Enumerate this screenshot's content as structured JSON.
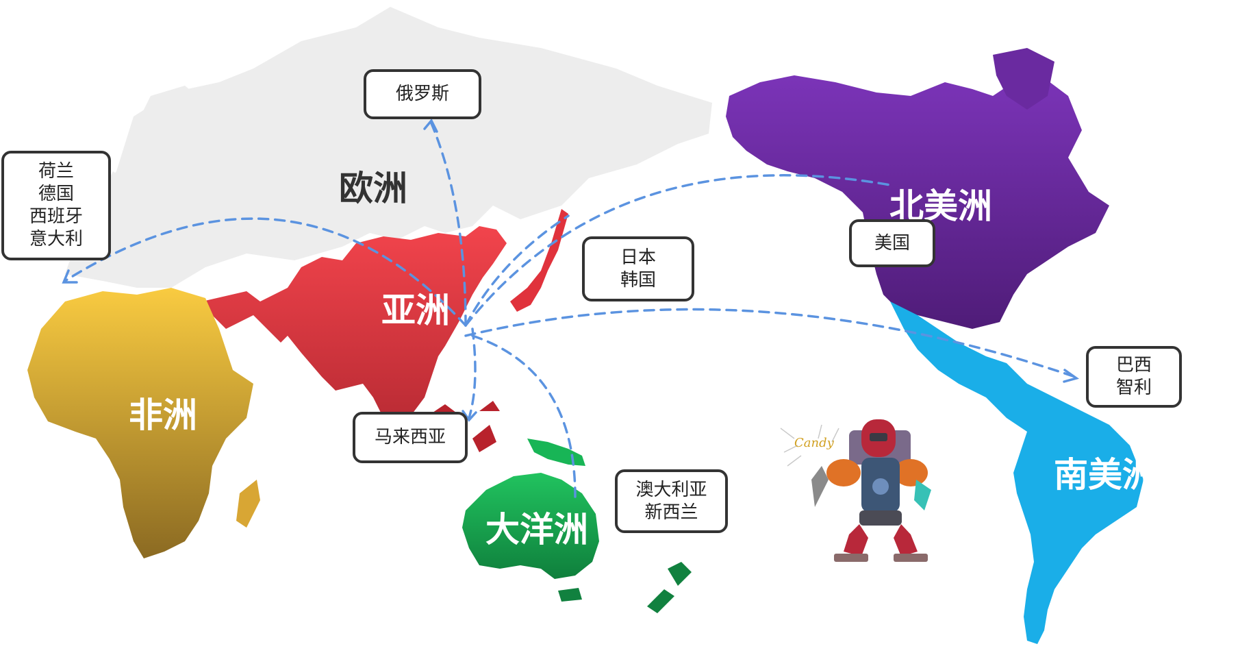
{
  "colors": {
    "europe": "#ededed",
    "asia": "#e53e45",
    "africa": "#e7b43a",
    "north_america": "#6d2ea6",
    "south_america": "#1aaee8",
    "oceania": "#15a34f",
    "route": "#5b93e0",
    "box_border": "#333333"
  },
  "continents": {
    "europe": "欧洲",
    "asia": "亚洲",
    "africa": "非洲",
    "oceania": "大洋洲",
    "north_america": "北美洲",
    "south_america": "南美洲"
  },
  "boxes": {
    "russia": [
      "俄罗斯"
    ],
    "west_europe": [
      "荷兰",
      "德国",
      "西班牙",
      "意大利"
    ],
    "japan_korea": [
      "日本",
      "韩国"
    ],
    "usa": [
      "美国"
    ],
    "malaysia": [
      "马来西亚"
    ],
    "australia_nz": [
      "澳大利亚",
      "新西兰"
    ],
    "brazil_chile": [
      "巴西",
      "智利"
    ]
  },
  "robot": {
    "icon": "robot-mascot-icon",
    "sign_text": "Candy"
  }
}
